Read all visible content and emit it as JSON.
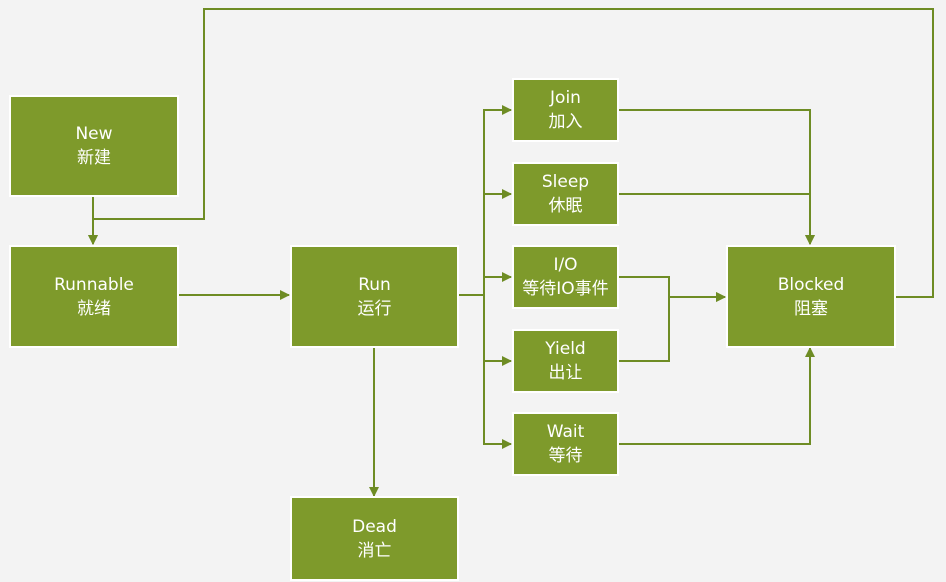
{
  "colors": {
    "node_fill": "#7e9a2b",
    "edge": "#6e8c24",
    "background": "#f3f3f3"
  },
  "nodes": {
    "new": {
      "en": "New",
      "zh": "新建"
    },
    "runnable": {
      "en": "Runnable",
      "zh": "就绪"
    },
    "run": {
      "en": "Run",
      "zh": "运行"
    },
    "dead": {
      "en": "Dead",
      "zh": "消亡"
    },
    "join": {
      "en": "Join",
      "zh": "加入"
    },
    "sleep": {
      "en": "Sleep",
      "zh": "休眠"
    },
    "io": {
      "en": "I/O",
      "zh": "等待IO事件"
    },
    "yield": {
      "en": "Yield",
      "zh": "出让"
    },
    "wait": {
      "en": "Wait",
      "zh": "等待"
    },
    "blocked": {
      "en": "Blocked",
      "zh": "阻塞"
    }
  },
  "edges": [
    {
      "from": "new",
      "to": "runnable"
    },
    {
      "from": "runnable",
      "to": "run"
    },
    {
      "from": "run",
      "to": "dead"
    },
    {
      "from": "run",
      "to": "join"
    },
    {
      "from": "run",
      "to": "sleep"
    },
    {
      "from": "run",
      "to": "io"
    },
    {
      "from": "run",
      "to": "yield"
    },
    {
      "from": "run",
      "to": "wait"
    },
    {
      "from": "join",
      "to": "blocked"
    },
    {
      "from": "sleep",
      "to": "blocked"
    },
    {
      "from": "io",
      "to": "blocked"
    },
    {
      "from": "yield",
      "to": "blocked"
    },
    {
      "from": "wait",
      "to": "blocked"
    },
    {
      "from": "blocked",
      "to": "runnable"
    }
  ]
}
